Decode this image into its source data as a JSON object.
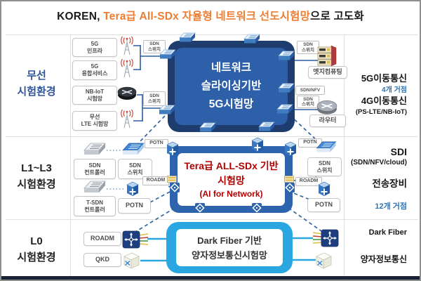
{
  "title": {
    "prefix": "KOREN,",
    "highlight": "Tera급 All-SDx 자율형 네트워크 선도시험망",
    "suffix": "으로 고도화"
  },
  "left_labels": {
    "wireless_1": "무선",
    "wireless_2": "시험환경",
    "l1l3_1": "L1~L3",
    "l1l3_2": "시험환경",
    "l0_1": "L0",
    "l0_2": "시험환경"
  },
  "wireless": {
    "box_5g_infra_1": "5G",
    "box_5g_infra_2": "인프라",
    "box_5g_conv_1": "5G",
    "box_5g_conv_2": "융합서비스",
    "box_nbiot_1": "NB-IoT",
    "box_nbiot_2": "시험망",
    "box_lte_1": "무선",
    "box_lte_2": "LTE 시험망",
    "sdn_switch_1": "SDN",
    "sdn_switch_2": "스위치",
    "sdn_nfv": "SDN/NFV",
    "edge_computing": "엣지컴퓨팅",
    "router": "라우터",
    "core_1": "네트워크",
    "core_2": "슬라이싱기반",
    "core_3": "5G시험망"
  },
  "l1l3": {
    "potn": "POTN",
    "roadm": "ROADM",
    "sdn_ctrl_1": "SDN",
    "sdn_ctrl_2": "컨트롤러",
    "sdn_sw_1": "SDN",
    "sdn_sw_2": "스위치",
    "tsdn_1": "T-SDN",
    "tsdn_2": "컨트롤러",
    "core_1": "Tera급 ALL-SDx 기반",
    "core_2": "시험망",
    "core_3": "(AI for Network)"
  },
  "l0": {
    "roadm": "ROADM",
    "qkd": "QKD",
    "core_1": "Dark Fiber 기반",
    "core_2": "양자정보통신시험망"
  },
  "right_panel": {
    "mobile_5g": "5G이동통신",
    "sites_4": "4개 거점",
    "mobile_4g": "4G이동통신",
    "ps_lte": "(PS-LTE/NB-IoT)",
    "sdi": "SDI",
    "sdi_sub": "(SDN/NFV/cloud)",
    "transport": "전송장비",
    "sites_12": "12개 거점",
    "dark_fiber": "Dark Fiber",
    "quantum": "양자정보통신"
  },
  "colors": {
    "title_accent": "#ed7d31",
    "navy_outer": "#1e3c6e",
    "blue_inner": "#2e5fa9",
    "mid_blue_border": "#2e64ae",
    "core_red_text": "#b30000",
    "cyan_border": "#2aa7e1",
    "right_blue_text": "#2e75b6",
    "left_label_blue": "#2e5597"
  },
  "icons": {
    "antenna": "antenna-icon",
    "router": "router-icon",
    "switch3d": "network-switch-icon",
    "server_stack": "edge-server-icon",
    "cube_plus": "node-cube-icon",
    "diamond_port": "diamond-port-icon",
    "roadm_node": "roadm-node-icon",
    "qkd_cube": "qkd-cube-icon",
    "port_strip": "fiber-port-icon"
  }
}
